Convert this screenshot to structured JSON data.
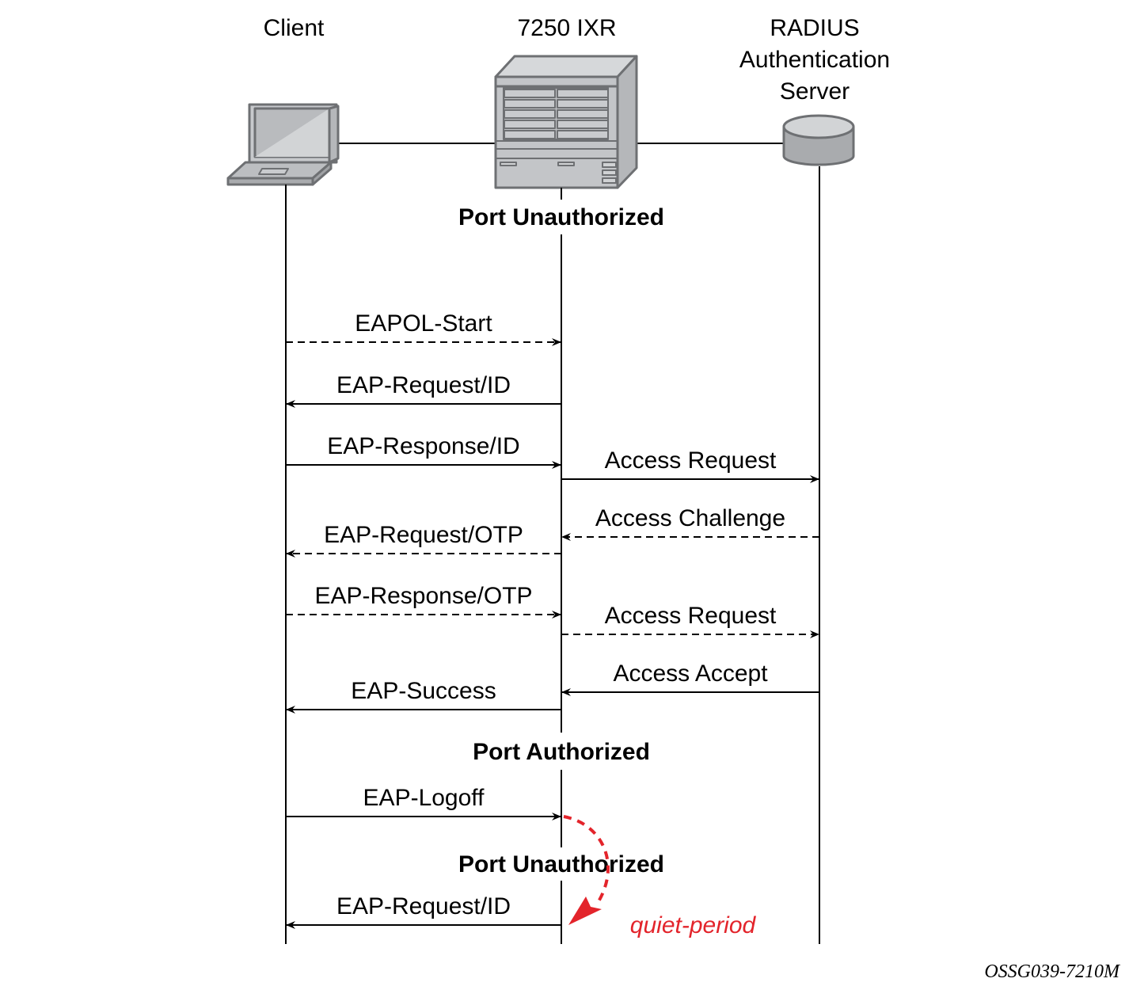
{
  "participants": [
    {
      "id": "client",
      "label_lines": [
        "Client"
      ],
      "icon": "laptop-icon"
    },
    {
      "id": "ixr",
      "label_lines": [
        "7250 IXR"
      ],
      "icon": "router-chassis-icon"
    },
    {
      "id": "radius",
      "label_lines": [
        "RADIUS",
        "Authentication",
        "Server"
      ],
      "icon": "server-database-icon"
    }
  ],
  "states": [
    {
      "label": "Port Unauthorized"
    },
    {
      "label": "Port Authorized"
    },
    {
      "label": "Port Unauthorized"
    }
  ],
  "messages": [
    {
      "label": "EAPOL-Start",
      "from": "client",
      "to": "ixr",
      "style": "dashed"
    },
    {
      "label": "EAP-Request/ID",
      "from": "ixr",
      "to": "client",
      "style": "solid"
    },
    {
      "label": "EAP-Response/ID",
      "from": "client",
      "to": "ixr",
      "style": "solid"
    },
    {
      "label": "Access Request",
      "from": "ixr",
      "to": "radius",
      "style": "solid"
    },
    {
      "label": "Access Challenge",
      "from": "radius",
      "to": "ixr",
      "style": "dashed"
    },
    {
      "label": "EAP-Request/OTP",
      "from": "ixr",
      "to": "client",
      "style": "dashed"
    },
    {
      "label": "EAP-Response/OTP",
      "from": "client",
      "to": "ixr",
      "style": "dashed"
    },
    {
      "label": "Access Request",
      "from": "ixr",
      "to": "radius",
      "style": "dashed"
    },
    {
      "label": "Access Accept",
      "from": "radius",
      "to": "ixr",
      "style": "solid"
    },
    {
      "label": "EAP-Success",
      "from": "ixr",
      "to": "client",
      "style": "solid"
    },
    {
      "label": "EAP-Logoff",
      "from": "client",
      "to": "ixr",
      "style": "solid"
    },
    {
      "label": "EAP-Request/ID",
      "from": "ixr",
      "to": "client",
      "style": "solid"
    }
  ],
  "annotation": {
    "label": "quiet-period",
    "color": "#e3242b"
  },
  "figure_id": "OSSG039-7210M"
}
